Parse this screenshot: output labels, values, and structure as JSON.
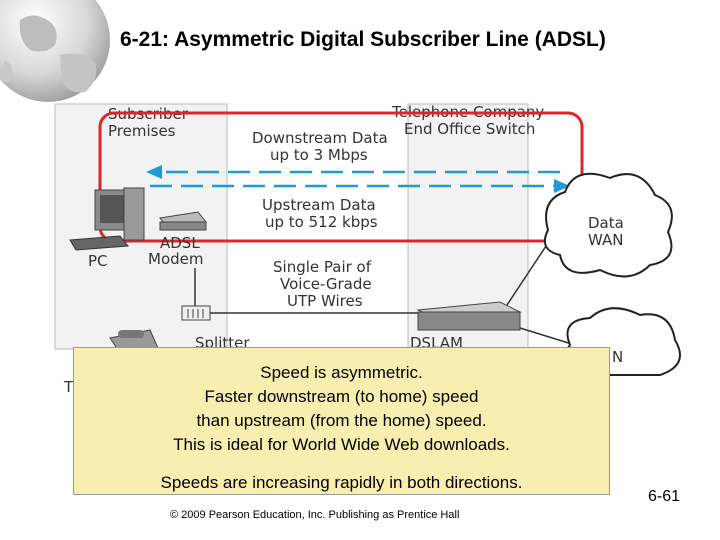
{
  "slide": {
    "title": "6-21: Asymmetric Digital Subscriber Line (ADSL)",
    "footer": "© 2009 Pearson Education, Inc.  Publishing as Prentice Hall",
    "page_number": "6-61"
  },
  "diagram": {
    "subscriber_premises": [
      "Subscriber",
      "Premises"
    ],
    "telephone_company": [
      "Telephone Company",
      "End Office Switch"
    ],
    "downstream": [
      "Downstream Data",
      "up to 3 Mbps"
    ],
    "upstream": [
      "Upstream Data",
      "up to 512 kbps"
    ],
    "wire": [
      "Single Pair of",
      "Voice-Grade",
      "UTP Wires"
    ],
    "pc_label": "PC",
    "modem_label": [
      "ADSL",
      "Modem"
    ],
    "splitter_label": "Splitter",
    "dslam_label": "DSLAM",
    "data_wan": [
      "Data",
      "WAN"
    ],
    "partial_label_left": "T",
    "partial_label_right": "N"
  },
  "callout": {
    "lines": [
      "Speed is asymmetric.",
      "Faster downstream (to home) speed",
      "than upstream (from the home) speed.",
      "This is ideal for World Wide Web downloads."
    ],
    "extra": "Speeds are increasing rapidly in both directions."
  },
  "colors": {
    "highlight": "#e0242c",
    "arrow": "#1e9ad6",
    "callout_bg": "#f8eeb0"
  }
}
